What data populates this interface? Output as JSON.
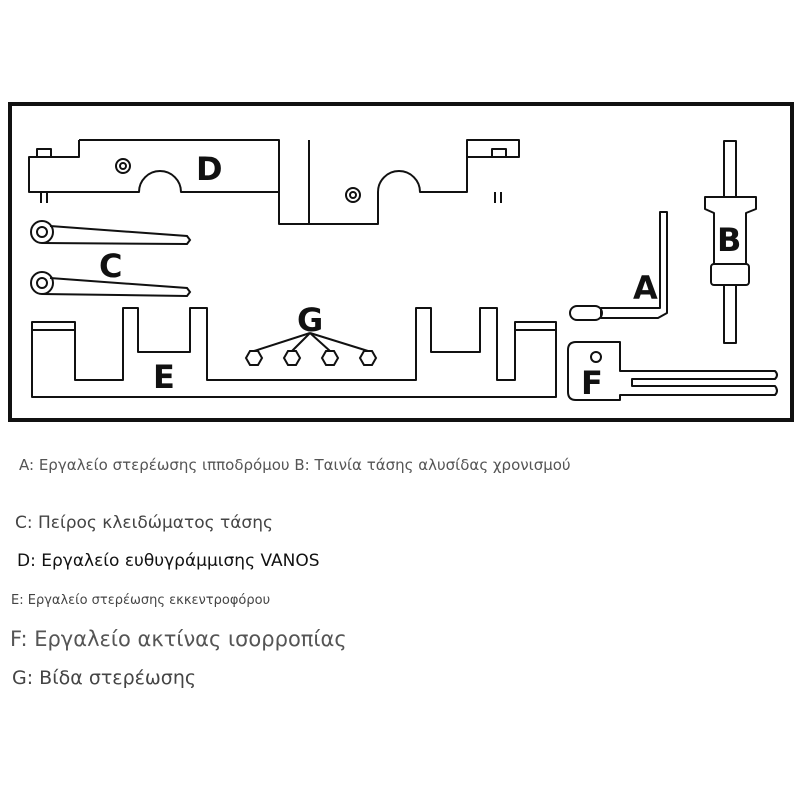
{
  "diagram": {
    "labels": {
      "a": "A",
      "b": "B",
      "c": "C",
      "d": "D",
      "e": "E",
      "f": "F",
      "g": "G"
    }
  },
  "legend": {
    "line_ab": "A: Εργαλείο στερέωσης ιπποδρόμου B: Ταινία τάσης αλυσίδας χρονισμού",
    "line_c": "C: Πείρος κλειδώματος τάσης",
    "line_d": "D: Εργαλείο ευθυγράμμισης VANOS",
    "line_e": "E: Εργαλείο στερέωσης εκκεντροφόρου",
    "line_f": "F: Εργαλείο ακτίνας ισορροπίας",
    "line_g": "G: Βίδα στερέωσης"
  },
  "colors": {
    "stroke": "#111111",
    "background": "#ffffff"
  }
}
